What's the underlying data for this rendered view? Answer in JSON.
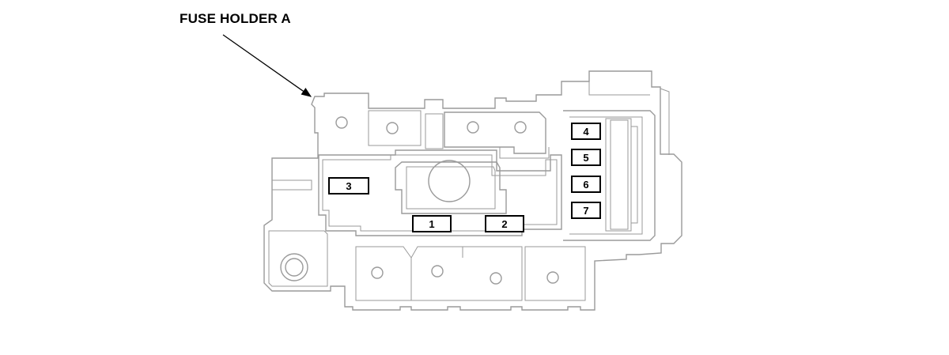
{
  "title": "FUSE HOLDER A",
  "fuses": [
    {
      "label": "1"
    },
    {
      "label": "2"
    },
    {
      "label": "3"
    },
    {
      "label": "4"
    },
    {
      "label": "5"
    },
    {
      "label": "6"
    },
    {
      "label": "7"
    }
  ]
}
